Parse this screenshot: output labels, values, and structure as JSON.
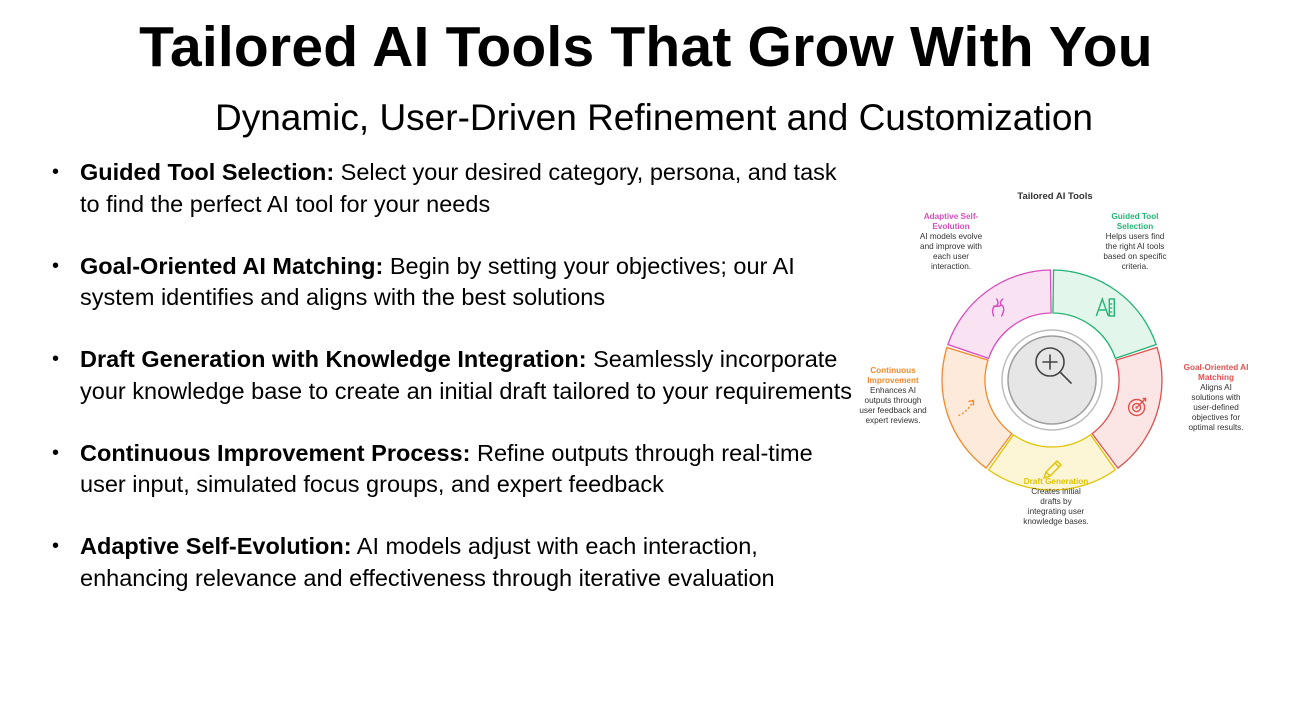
{
  "slide": {
    "title": "Tailored AI Tools That Grow With You",
    "subtitle": "Dynamic, User-Driven Refinement and Customization"
  },
  "bullets": [
    {
      "heading": "Guided Tool Selection:",
      "text": " Select your desired category, persona, and task to find the perfect AI tool for your needs"
    },
    {
      "heading": "Goal-Oriented AI Matching:",
      "text": " Begin by setting your objectives; our AI system identifies and aligns with the best solutions"
    },
    {
      "heading": "Draft Generation with Knowledge Integration:",
      "text": " Seamlessly incorporate your knowledge base to create an initial draft tailored to your requirements"
    },
    {
      "heading": "Continuous Improvement Process:",
      "text": " Refine outputs through real-time user input, simulated focus groups, and expert feedback"
    },
    {
      "heading": "Adaptive Self-Evolution:",
      "text": " AI models adjust with each interaction, enhancing relevance and effectiveness through iterative evaluation"
    }
  ],
  "diagram": {
    "title": "Tailored AI Tools",
    "segments": [
      {
        "title_lines": [
          "Guided Tool",
          "Selection"
        ],
        "desc_lines": [
          "Helps users find",
          "the right AI tools",
          "based on specific",
          "criteria."
        ],
        "color": "#22b573",
        "fill": "#e3f6ec",
        "icon": "ruler-pencil-icon"
      },
      {
        "title_lines": [
          "Goal-Oriented AI",
          "Matching"
        ],
        "desc_lines": [
          "Aligns AI",
          "solutions with",
          "user-defined",
          "objectives for",
          "optimal results."
        ],
        "color": "#e0524f",
        "fill": "#fbe6e5",
        "icon": "target-icon"
      },
      {
        "title_lines": [
          "Draft Generation"
        ],
        "desc_lines": [
          "Creates initial",
          "drafts by",
          "integrating user",
          "knowledge bases."
        ],
        "color": "#e2c100",
        "fill": "#fcf6d6",
        "icon": "pen-icon"
      },
      {
        "title_lines": [
          "Continuous",
          "Improvement"
        ],
        "desc_lines": [
          "Enhances AI",
          "outputs through",
          "user feedback and",
          "expert reviews."
        ],
        "color": "#f08a2a",
        "fill": "#fdeadb",
        "icon": "growth-arrow-icon"
      },
      {
        "title_lines": [
          "Adaptive Self-",
          "Evolution"
        ],
        "desc_lines": [
          "AI models evolve",
          "and improve with",
          "each user",
          "interaction."
        ],
        "color": "#d94dbe",
        "fill": "#f9e3f3",
        "icon": "evolution-icon"
      }
    ],
    "center_icon": "magnifier-plus-icon"
  }
}
